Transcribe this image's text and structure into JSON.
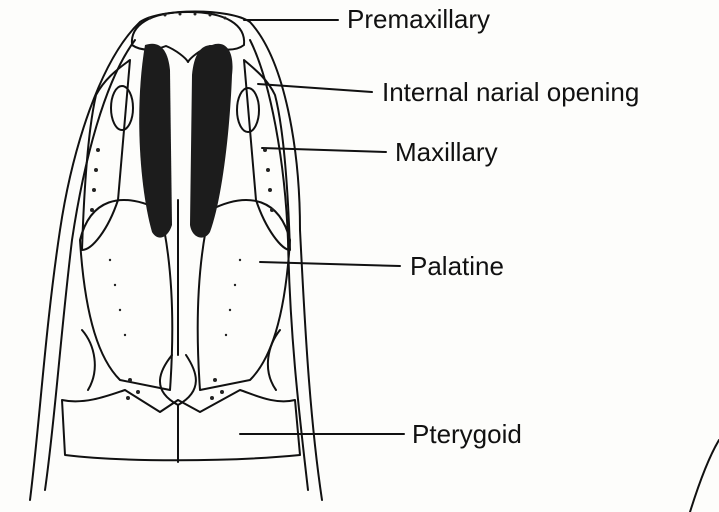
{
  "labels": {
    "premaxillary": "Premaxillary",
    "internal_narial_opening": "Internal narial opening",
    "maxillary": "Maxillary",
    "palatine": "Palatine",
    "pterygoid": "Pterygoid"
  },
  "colors": {
    "ink": "#111111",
    "paper": "#fdfdfb",
    "dark_fill": "#1c1c1c"
  }
}
